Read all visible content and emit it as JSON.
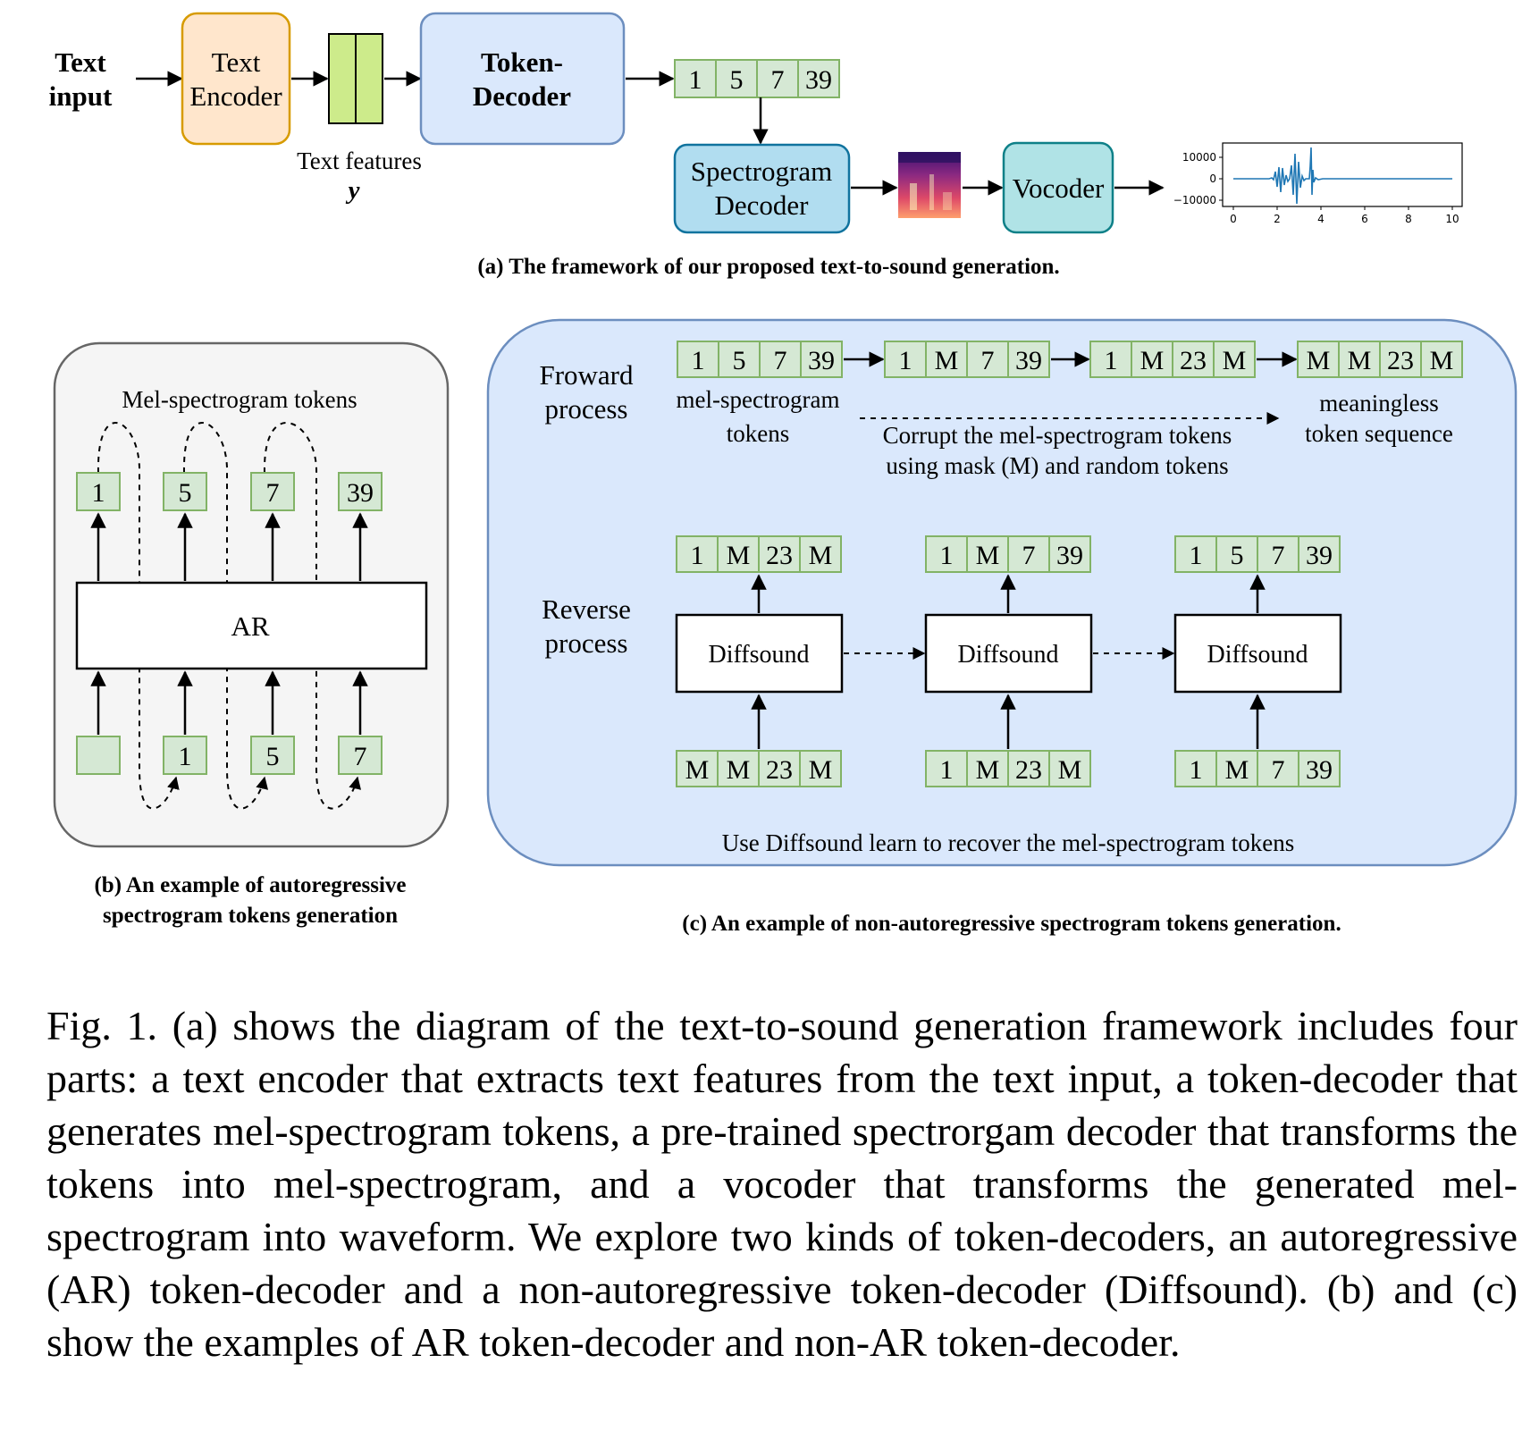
{
  "part_a": {
    "text_input_l1": "Text",
    "text_input_l2": "input",
    "text_encoder_l1": "Text",
    "text_encoder_l2": "Encoder",
    "text_features_l1": "Text features",
    "text_features_l2": "y",
    "token_decoder_l1": "Token-",
    "token_decoder_l2": "Decoder",
    "tokens": [
      "1",
      "5",
      "7",
      "39"
    ],
    "spec_decoder_l1": "Spectrogram",
    "spec_decoder_l2": "Decoder",
    "vocoder": "Vocoder",
    "waveform_yticks": [
      "10000",
      "0",
      "−10000"
    ],
    "waveform_xticks": [
      "0",
      "2",
      "4",
      "6",
      "8",
      "10"
    ],
    "caption": "(a) The framework of our proposed text-to-sound generation."
  },
  "part_b": {
    "title": "Mel-spectrogram tokens",
    "outputs": [
      "1",
      "5",
      "7",
      "39"
    ],
    "ar_label": "AR",
    "inputs": [
      "",
      "1",
      "5",
      "7"
    ],
    "caption_l1": "(b) An example of  autoregressive",
    "caption_l2": "spectrogram tokens generation"
  },
  "part_c": {
    "forward_l1": "Froward",
    "forward_l2": "process",
    "forward_seqs": [
      [
        "1",
        "5",
        "7",
        "39"
      ],
      [
        "1",
        "M",
        "7",
        "39"
      ],
      [
        "1",
        "M",
        "23",
        "M"
      ],
      [
        "M",
        "M",
        "23",
        "M"
      ]
    ],
    "mel_tokens_l1": "mel-spectrogram",
    "mel_tokens_l2": "tokens",
    "corrupt_l1": "Corrupt the mel-spectrogram tokens",
    "corrupt_l2": "using mask (M) and random tokens",
    "meaningless_l1": "meaningless",
    "meaningless_l2": "token sequence",
    "reverse_l1": "Reverse",
    "reverse_l2": "process",
    "diffsound_label": "Diffsound",
    "reverse_outputs": [
      [
        "1",
        "M",
        "23",
        "M"
      ],
      [
        "1",
        "M",
        "7",
        "39"
      ],
      [
        "1",
        "5",
        "7",
        "39"
      ]
    ],
    "reverse_inputs": [
      [
        "M",
        "M",
        "23",
        "M"
      ],
      [
        "1",
        "M",
        "23",
        "M"
      ],
      [
        "1",
        "M",
        "7",
        "39"
      ]
    ],
    "note": "Use Diffsound learn to recover the mel-spectrogram tokens",
    "caption": "(c) An example of  non-autoregressive spectrogram tokens generation."
  },
  "colors": {
    "token_fill": "#d5e8d4",
    "token_border": "#82b366",
    "encoder_fill": "#ffe6cc",
    "encoder_border": "#d79b00",
    "decoder_fill": "#dae8fc",
    "decoder_border": "#6c8ebf",
    "spec_fill": "#b1ddf0",
    "spec_border": "#10739e",
    "vocoder_fill": "#b0e3e6",
    "vocoder_border": "#0e8088",
    "feature_fill": "#cdeb8b",
    "panel_b_fill": "#f5f5f5",
    "panel_c_fill": "#dae8fc",
    "waveform": "#1f77b4"
  },
  "figure_caption": "Fig. 1.  (a) shows the diagram of the text-to-sound generation framework includes four parts: a text encoder that extracts text features from the text input, a token-decoder that generates mel-spectrogram tokens, a pre-trained spectrorgam decoder that transforms the tokens into mel-spectrogram, and a vocoder that transforms the generated mel-spectrogram into waveform. We explore two kinds of token-decoders, an autoregressive (AR) token-decoder and a non-autoregressive token-decoder (Diffsound). (b) and (c) show the examples of AR token-decoder and non-AR token-decoder."
}
